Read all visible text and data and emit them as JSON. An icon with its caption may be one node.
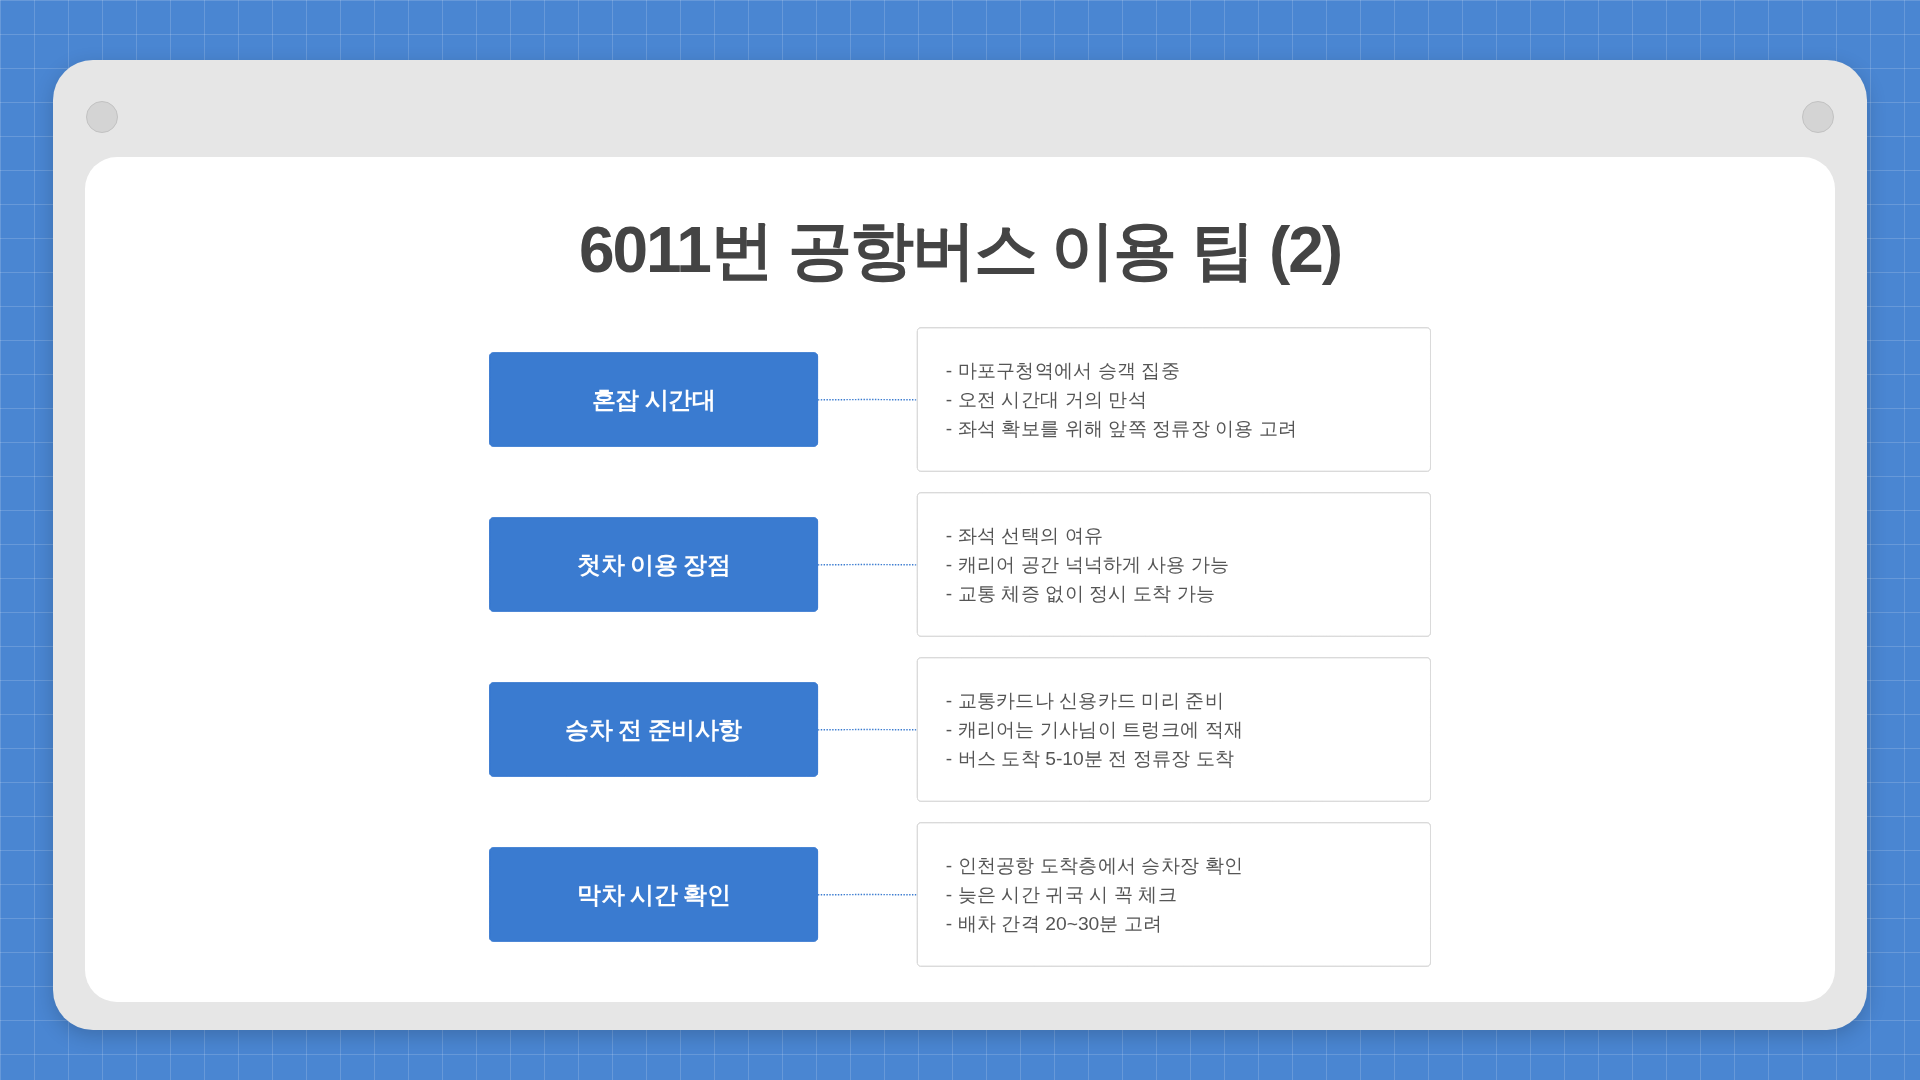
{
  "diagram": {
    "title": "6011번 공항버스 이용 팁 (2)",
    "nodes": [
      {
        "text": [
          "혼잡 시간대"
        ]
      },
      {
        "text": [
          "- 마포구청역에서 승객 집중",
          "- 오전 시간대 거의 만석",
          "- 좌석 확보를 위해 앞쪽 정류장 이용 고려"
        ]
      },
      {
        "text": [
          "첫차 이용 장점"
        ]
      },
      {
        "text": [
          "- 좌석 선택의 여유",
          "- 캐리어 공간 넉넉하게 사용 가능",
          "- 교통 체증 없이 정시 도착 가능"
        ]
      },
      {
        "text": [
          "승차 전 준비사항"
        ]
      },
      {
        "text": [
          "- 교통카드나 신용카드 미리 준비",
          "- 캐리어는 기사님이 트렁크에 적재",
          "- 버스 도착 5-10분 전 정류장 도착"
        ]
      },
      {
        "text": [
          "막차 시간 확인"
        ]
      },
      {
        "text": [
          "- 인천공항 도착층에서 승차장 확인",
          "- 늦은 시간 귀국 시 꼭 체크",
          "- 배차 간격 20~30분 고려"
        ]
      }
    ],
    "edges": [
      {
        "from": 0,
        "to": 1,
        "arrow": "none",
        "style": "dashed"
      },
      {
        "from": 2,
        "to": 3,
        "arrow": "none",
        "style": "dashed"
      },
      {
        "from": 4,
        "to": 5,
        "arrow": "none",
        "style": "dashed"
      },
      {
        "from": 6,
        "to": 7,
        "arrow": "none",
        "style": "dashed"
      }
    ]
  }
}
